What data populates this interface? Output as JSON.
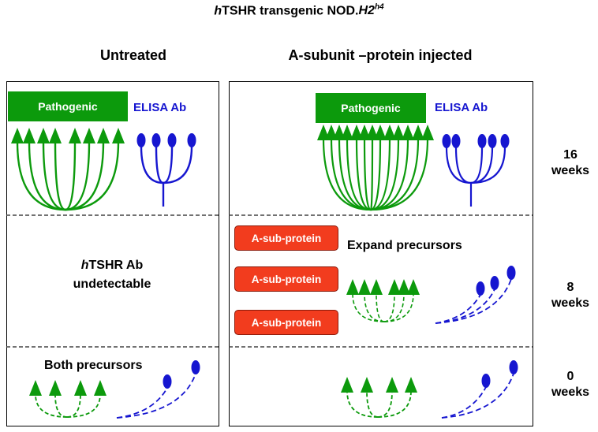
{
  "title": {
    "prefix": "h",
    "main": "TSHR  transgenic NOD.",
    "strain": "H2",
    "sup": "h4"
  },
  "columns": {
    "left": "Untreated",
    "right": "A-subunit –protein injected"
  },
  "left_panel": {
    "pathogenic": "Pathogenic",
    "elisa": "ELISA  Ab",
    "undetectable_prefix": "h",
    "undetectable_line1": "TSHR Ab",
    "undetectable_line2": "undetectable",
    "precursors": "Both precursors"
  },
  "right_panel": {
    "pathogenic": "Pathogenic",
    "elisa": "ELISA  Ab",
    "injections": [
      "A-sub-protein",
      "A-sub-protein",
      "A-sub-protein"
    ],
    "expand": "Expand precursors"
  },
  "timepoints": [
    {
      "value": "16",
      "unit": "weeks"
    },
    {
      "value": "8",
      "unit": "weeks"
    },
    {
      "value": "0",
      "unit": "weeks"
    }
  ],
  "colors": {
    "green": "#0c9a0c",
    "blue": "#1616d0",
    "red": "#f23c1e"
  }
}
